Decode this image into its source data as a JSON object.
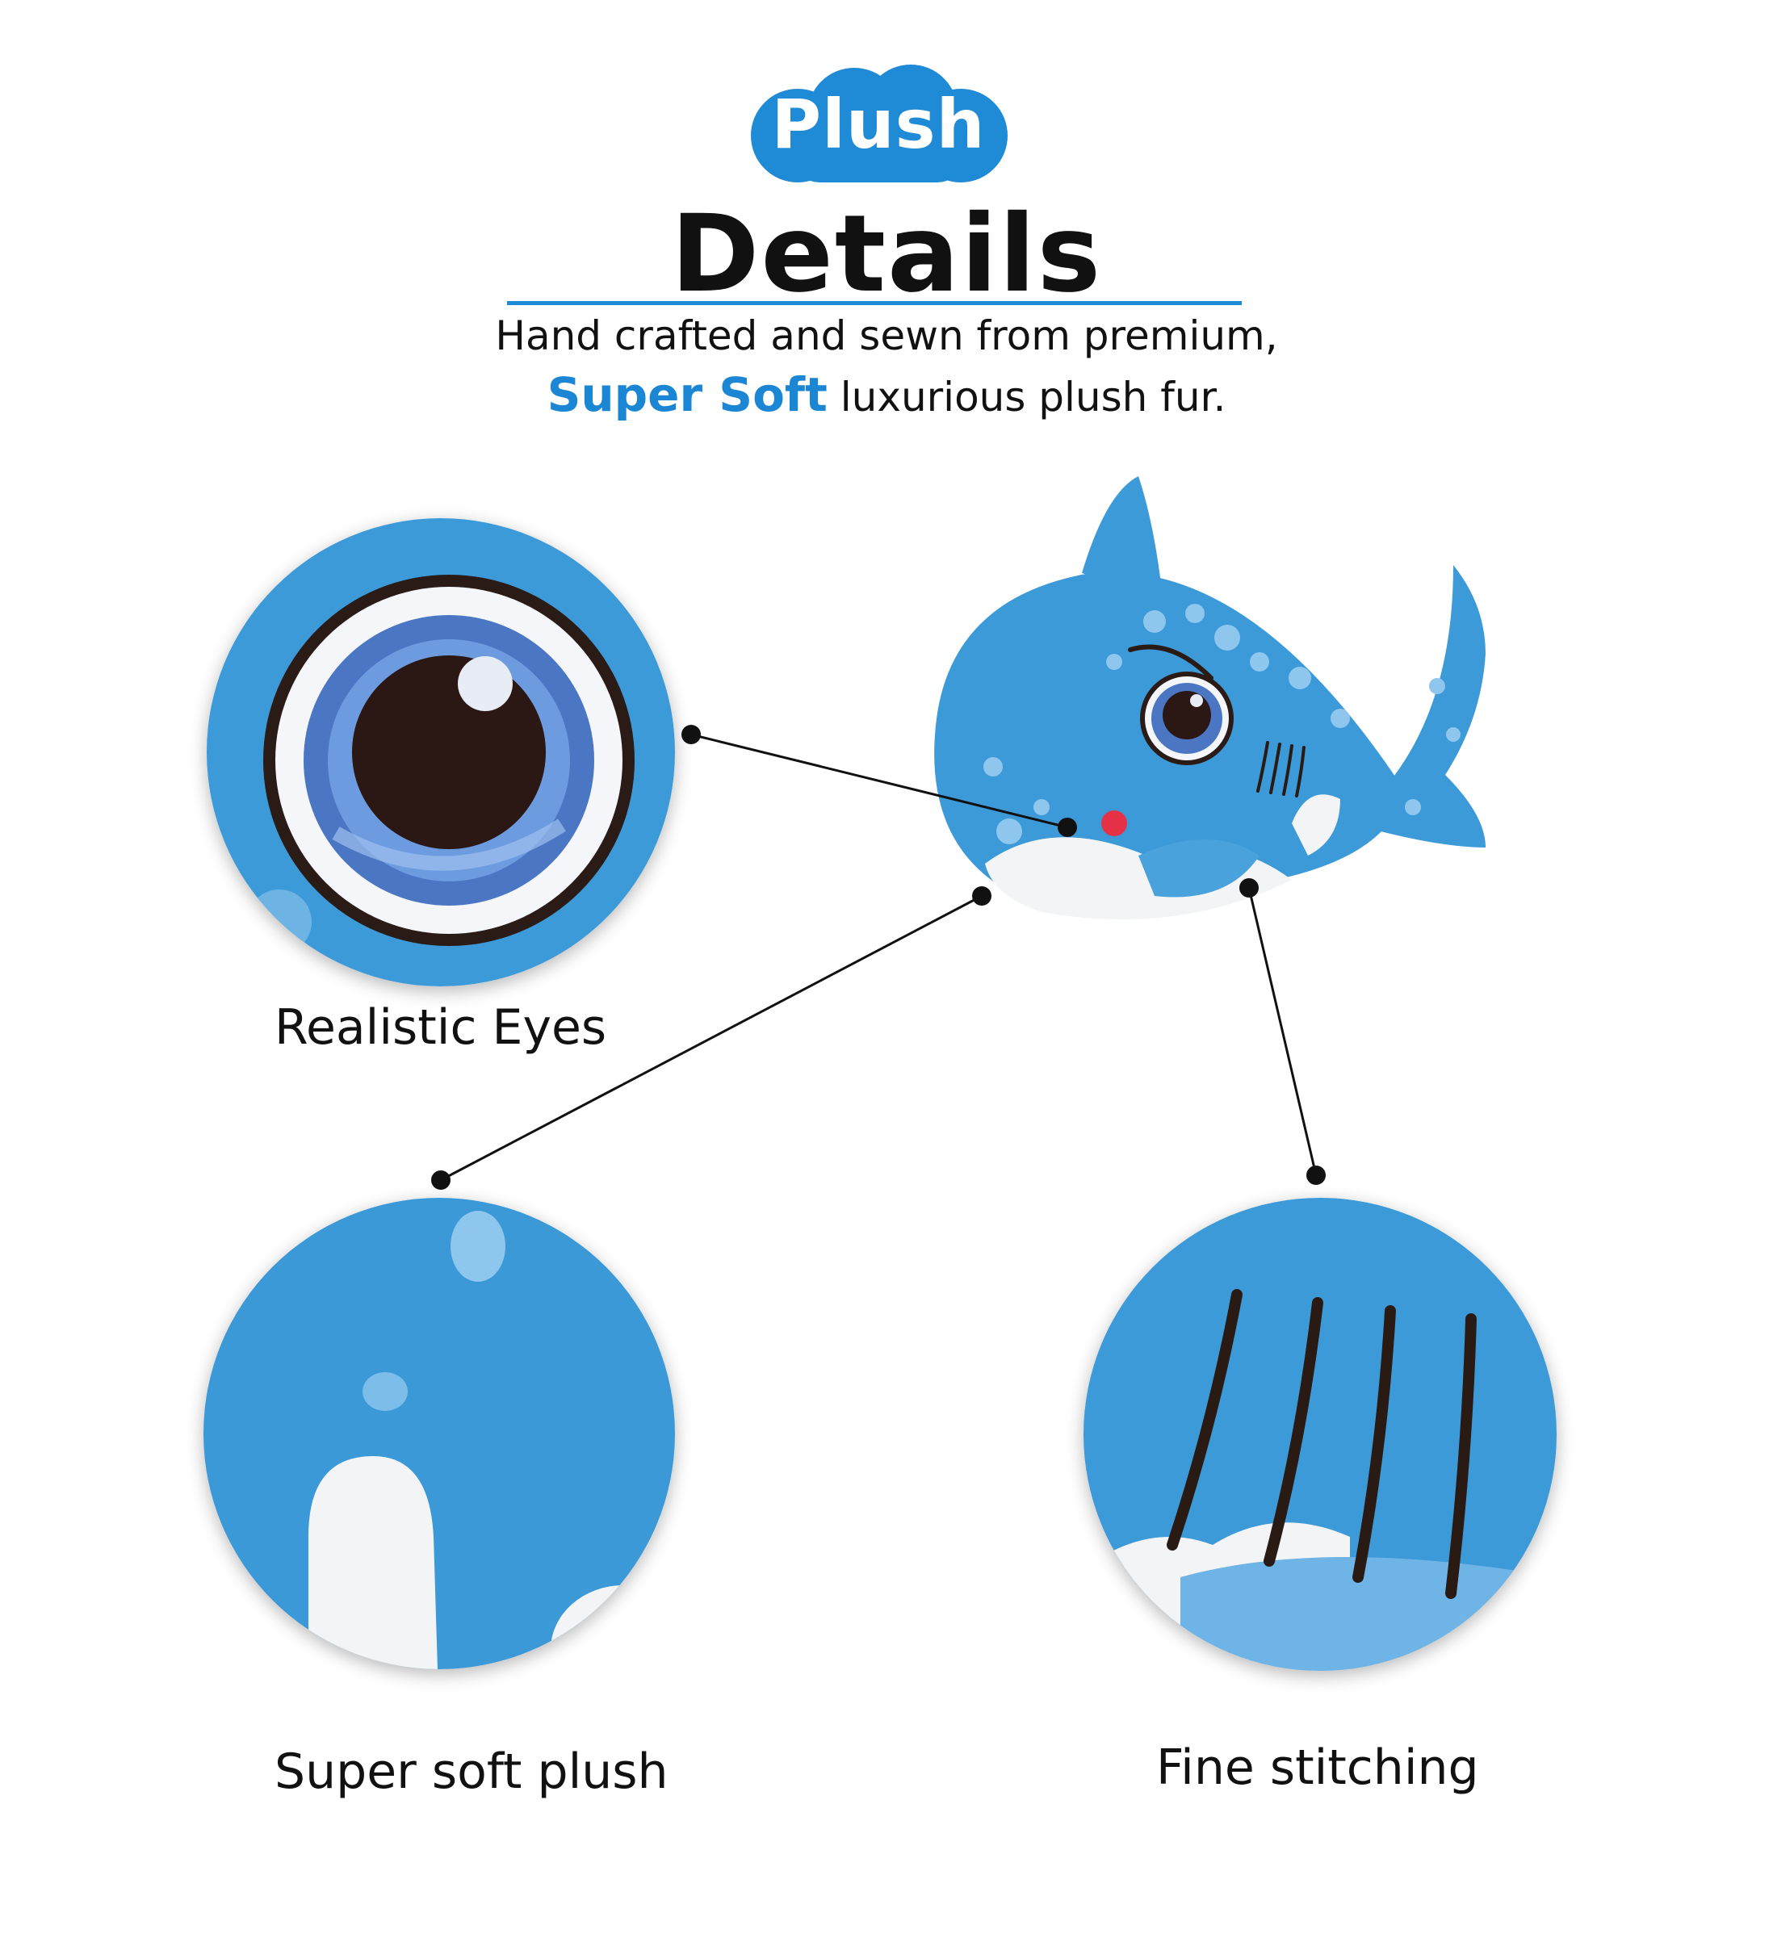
{
  "header": {
    "badge_label": "Plush",
    "title": "Details",
    "tagline_line1": "Hand crafted and sewn from premium,",
    "tagline_highlight": "Super Soft",
    "tagline_line2_rest": " luxurious plush fur."
  },
  "features": [
    {
      "caption": "Realistic Eyes"
    },
    {
      "caption": "Super soft plush"
    },
    {
      "caption": "Fine stitching"
    }
  ],
  "colors": {
    "accent_blue": "#1a86d4",
    "plush_blue": "#3d9ad8",
    "spot_blue": "#8ec6ee",
    "belly_white": "#f2f4f6",
    "stitch_dark": "#2a1a14"
  }
}
